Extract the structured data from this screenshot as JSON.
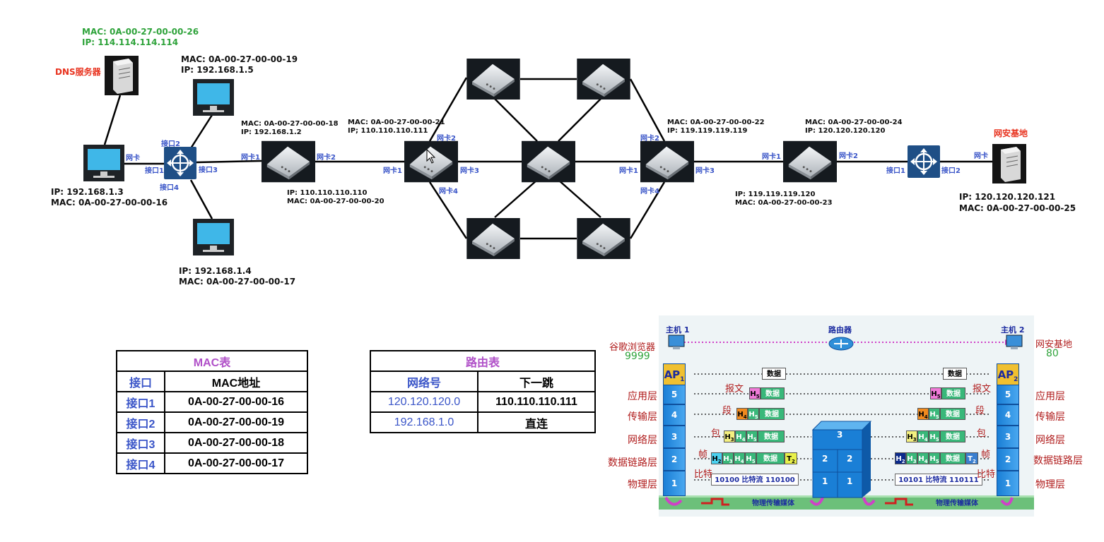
{
  "dns": {
    "mac": "MAC: 0A-00-27-00-00-26",
    "ip": "IP: 114.114.114.114",
    "label": "DNS服务器"
  },
  "pc_top": {
    "mac": "MAC: 0A-00-27-00-00-19",
    "ip": "IP: 192.168.1.5"
  },
  "pc_left": {
    "ip": "IP: 192.168.1.3",
    "mac": "MAC: 0A-00-27-00-00-16",
    "nic": "网卡"
  },
  "pc_bottom": {
    "ip": "IP: 192.168.1.4",
    "mac": "MAC: 0A-00-27-00-00-17"
  },
  "switch1": {
    "p1": "接口1",
    "p2": "接口2",
    "p3": "接口3",
    "p4": "接口4"
  },
  "router1": {
    "mac": "MAC: 0A-00-27-00-00-18",
    "ip": "IP: 192.168.1.2",
    "nic1": "网卡1",
    "nic2": "网卡2",
    "ip2": "IP: 110.110.110.110",
    "mac2": "MAC: 0A-00-27-00-00-20"
  },
  "router2": {
    "mac": "MAC: 0A-00-27-00-00-21",
    "ip": "IP; 110.110.110.111",
    "nic1": "网卡1",
    "nic2": "网卡2",
    "nic3": "网卡3",
    "nic4": "网卡4"
  },
  "router3": {
    "mac": "MAC: 0A-00-27-00-00-22",
    "ip": "IP: 119.119.119.119",
    "nic1": "网卡1",
    "nic2": "网卡2",
    "nic3": "网卡3",
    "nic4": "网卡4"
  },
  "router4": {
    "mac": "MAC: 0A-00-27-00-00-24",
    "ip": "IP: 120.120.120.120",
    "nic1": "网卡1",
    "nic2": "网卡2",
    "ip2": "IP: 119.119.119.120",
    "mac2": "MAC: 0A-00-27-00-00-23"
  },
  "switch2": {
    "p1": "接口1",
    "p2": "接口2"
  },
  "server": {
    "label": "网安基地",
    "nic": "网卡",
    "ip": "IP: 120.120.120.121",
    "mac": "MAC: 0A-00-27-00-00-25"
  },
  "mac_table": {
    "caption": "MAC表",
    "h1": "接口",
    "h2": "MAC地址",
    "rows": [
      [
        "接口1",
        "0A-00-27-00-00-16"
      ],
      [
        "接口2",
        "0A-00-27-00-00-19"
      ],
      [
        "接口3",
        "0A-00-27-00-00-18"
      ],
      [
        "接口4",
        "0A-00-27-00-00-17"
      ]
    ]
  },
  "route_table": {
    "caption": "路由表",
    "h1": "网络号",
    "h2": "下一跳",
    "rows": [
      [
        "120.120.120.0",
        "110.110.110.111"
      ],
      [
        "192.168.1.0",
        "直连"
      ]
    ]
  },
  "osi": {
    "host1": "主机 1",
    "host2": "主机 2",
    "router": "路由器",
    "left_app": "谷歌浏览器",
    "left_port": "9999",
    "right_app": "网安基地",
    "right_port": "80",
    "ap1": "AP",
    "ap2": "AP",
    "data": "数据",
    "layers_left": [
      "应用层",
      "传输层",
      "网络层",
      "数据链路层",
      "物理层"
    ],
    "layers_right": [
      "应用层",
      "传输层",
      "网络层",
      "数据链路层",
      "物理层"
    ],
    "units": [
      "报文",
      "段",
      "包",
      "帧",
      "比特"
    ],
    "bits_left": "10100 比特流 110100",
    "bits_right": "10101 比特流 110111",
    "medium": "物理传输媒体",
    "colors": {
      "h5": "#f07ad8",
      "h4": "#f08a1e",
      "h3": "#f4f080",
      "h2": "#4ad2f0",
      "data": "#39b87a",
      "t2": "#e8f04a"
    }
  }
}
